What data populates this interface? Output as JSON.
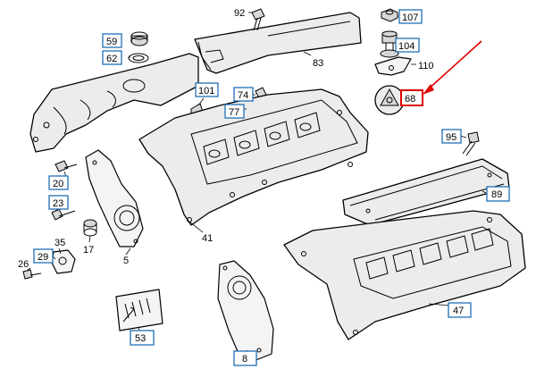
{
  "parts": {
    "p92": "92",
    "p107": "107",
    "p59": "59",
    "p104": "104",
    "p62": "62",
    "p83": "83",
    "p110": "110",
    "p101": "101",
    "p74": "74",
    "p68": "68",
    "p77": "77",
    "p95": "95",
    "p20": "20",
    "p89": "89",
    "p23": "23",
    "p41": "41",
    "p35": "35",
    "p17": "17",
    "p29": "29",
    "p26": "26",
    "p5": "5",
    "p47": "47",
    "p53": "53",
    "p8": "8"
  },
  "colors": {
    "label_box": "#1f6fb5",
    "highlight": "#e00000"
  }
}
